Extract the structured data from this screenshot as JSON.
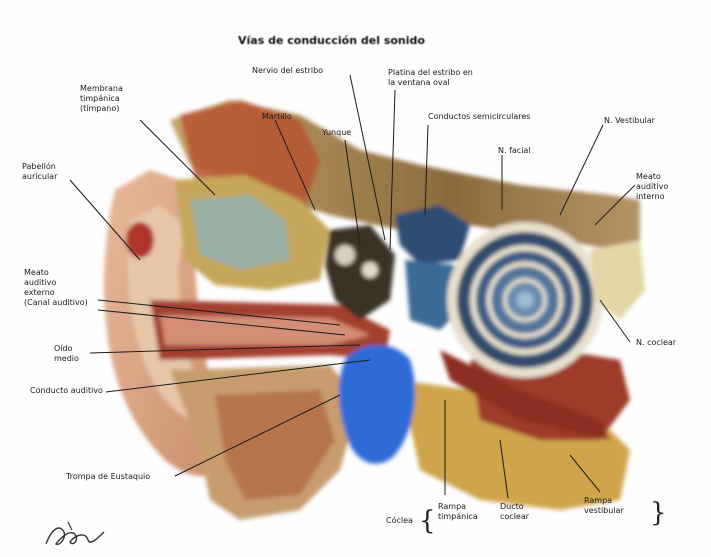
{
  "title": "Vías de conducción del sonido",
  "colors": {
    "skin": "#d9a98a",
    "cartilage": "#c9a24f",
    "bone": "#e6dcc3",
    "muscle": "#a6432e",
    "tube_blue": "#2e6fd6",
    "cochlea": "#3d5f86",
    "nerve": "#e8d9a8"
  },
  "labels": {
    "membrana_timpanica": "Membrana\ntimpánica\n(tímpano)",
    "martillo": "Martillo",
    "nervio_del_estribo": "Nervio del estribo",
    "platina_estribo": "Platina del estribo en\nla ventana oval",
    "yunque": "Yunque",
    "conductos_semicirculares": "Conductos semicirculares",
    "n_vestibular": "N. Vestibular",
    "n_facial": "N. facial",
    "meato_auditivo_interno": "Meato\nauditivo\ninterno",
    "pabellon_auricular": "Pabellón\nauricular",
    "meato_auditivo_externo": "Meato\nauditivo\nexterno\n(Canal auditivo)",
    "oido_medio": "Oído\nmedio",
    "conducto_auditivo": "Conducto auditivo",
    "n_coclear": "N. coclear",
    "trompa_eustaquio": "Trompa de Eustaquio",
    "coclea": "Cóclea",
    "rampa_timpanica": "Rampa\ntimpánica",
    "ducto_coclear": "Ducto\ncoclear",
    "rampa_vestibular": "Rampa\nvestibular"
  },
  "signature": "Netter"
}
